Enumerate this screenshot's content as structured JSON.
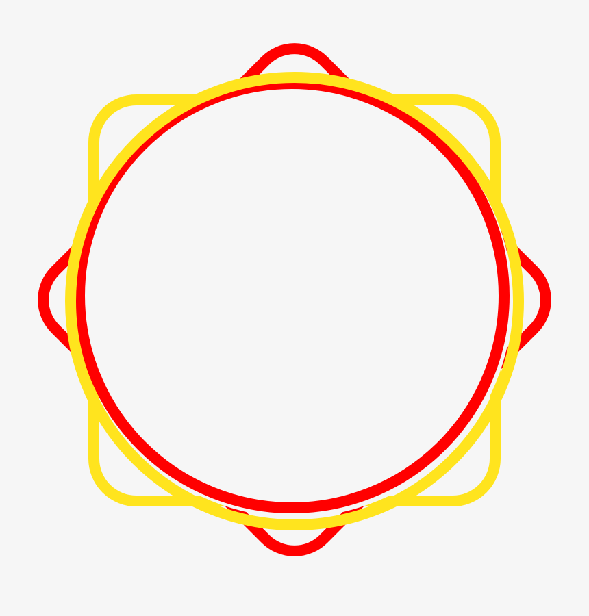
{
  "colors": {
    "background": "#f6f6f6",
    "inner_fill": "#f6f6f6",
    "red": "#ff0000",
    "yellow": "#ffe41e"
  },
  "shapes": [
    {
      "name": "yellow-rounded-square",
      "color": "yellow"
    },
    {
      "name": "red-rotated-rounded-square",
      "color": "red"
    },
    {
      "name": "red-circle",
      "color": "red"
    },
    {
      "name": "yellow-circle",
      "color": "yellow"
    }
  ]
}
